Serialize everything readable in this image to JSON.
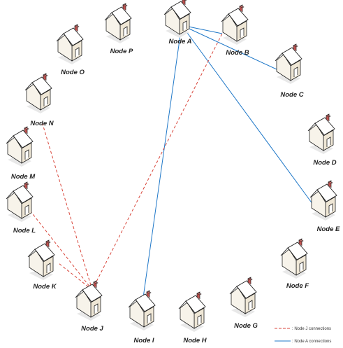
{
  "nodes": [
    {
      "id": "A",
      "label": "Node A"
    },
    {
      "id": "B",
      "label": "Node B"
    },
    {
      "id": "C",
      "label": "Node C"
    },
    {
      "id": "D",
      "label": "Node D"
    },
    {
      "id": "E",
      "label": "Node E"
    },
    {
      "id": "F",
      "label": "Node F"
    },
    {
      "id": "G",
      "label": "Node G"
    },
    {
      "id": "H",
      "label": "Node H"
    },
    {
      "id": "I",
      "label": "Node I"
    },
    {
      "id": "J",
      "label": "Node J"
    },
    {
      "id": "K",
      "label": "Node K"
    },
    {
      "id": "L",
      "label": "Node L"
    },
    {
      "id": "M",
      "label": "Node M"
    },
    {
      "id": "N",
      "label": "Node N"
    },
    {
      "id": "O",
      "label": "Node O"
    },
    {
      "id": "P",
      "label": "Node P"
    }
  ],
  "connections": [
    {
      "from": "A",
      "to": "B",
      "group": "A"
    },
    {
      "from": "A",
      "to": "C",
      "group": "A"
    },
    {
      "from": "A",
      "to": "E",
      "group": "A"
    },
    {
      "from": "A",
      "to": "I",
      "group": "A"
    },
    {
      "from": "J",
      "to": "B",
      "group": "J"
    },
    {
      "from": "J",
      "to": "N",
      "group": "J"
    },
    {
      "from": "J",
      "to": "L",
      "group": "J"
    },
    {
      "from": "J",
      "to": "K",
      "group": "J"
    }
  ],
  "legend": {
    "j_label": ": Node J connections",
    "a_label": ": Node A connections"
  },
  "colors": {
    "a_line": "#1f78c8",
    "j_line": "#d9463b",
    "wall": "#f7f3ea",
    "roof": "#ffffff",
    "chimney": "#c0504d",
    "outline": "#222222"
  }
}
